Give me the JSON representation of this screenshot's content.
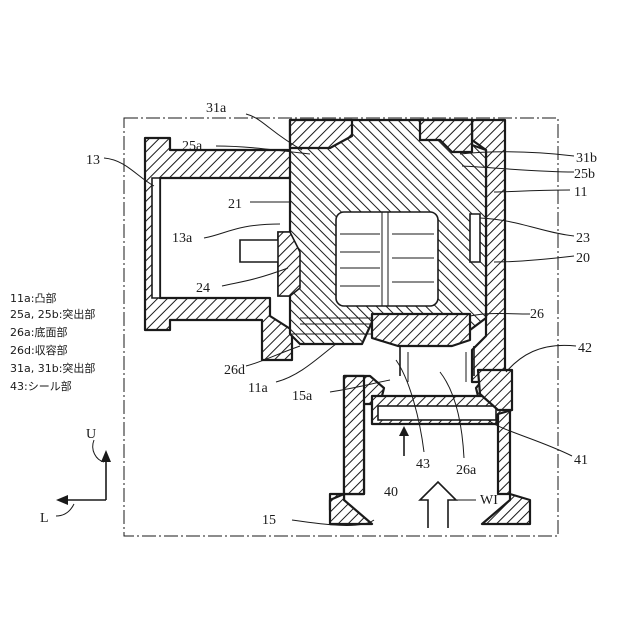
{
  "reference_labels": {
    "r31a": "31a",
    "r25a": "25a",
    "r13": "13",
    "r21": "21",
    "r13a": "13a",
    "r24": "24",
    "r26d": "26d",
    "r11a": "11a",
    "r15a": "15a",
    "r31b": "31b",
    "r25b": "25b",
    "r11": "11",
    "r23": "23",
    "r20": "20",
    "r26": "26",
    "r42": "42",
    "r41": "41",
    "r43": "43",
    "r26a": "26a",
    "r40": "40",
    "r15": "15",
    "rWI": "WI"
  },
  "legend": [
    "11a:凸部",
    "25a, 25b:突出部",
    "26a:底面部",
    "26d:収容部",
    "31a, 31b:突出部",
    "43:シール部"
  ],
  "axes": {
    "up": "U",
    "left": "L"
  }
}
